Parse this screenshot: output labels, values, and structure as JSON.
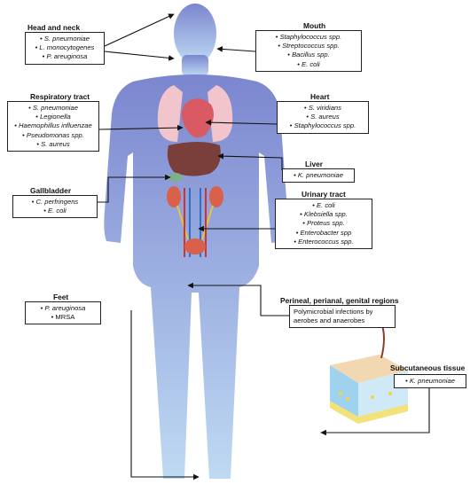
{
  "colors": {
    "body_top": "#7b86cf",
    "body_bottom": "#bfdaf3",
    "lung": "#f2c4cc",
    "heart": "#d95a63",
    "liver": "#7a3f3a",
    "kidney": "#d9604a",
    "line": "#111111"
  },
  "regions": {
    "head": {
      "title": "Head and neck",
      "items": [
        "S. pneumoniae",
        "L. monocytogenes",
        "P. areuginosa"
      ]
    },
    "mouth": {
      "title": "Mouth",
      "items": [
        "Staphylococcus spp.",
        "Streptococcus spp.",
        "Bacillus spp.",
        "E. coli"
      ]
    },
    "resp": {
      "title": "Respiratory tract",
      "items": [
        "S. pneumoniae",
        "Legionella",
        "Haemophillus influenzae",
        "Pseudomonas spp.",
        "S. aureus"
      ]
    },
    "heart": {
      "title": "Heart",
      "items": [
        "S. viridians",
        "S. aureus",
        "Staphylococcus spp."
      ]
    },
    "liver": {
      "title": "Liver",
      "items": [
        "K. pneumoniae"
      ]
    },
    "gall": {
      "title": "Gallbladder",
      "items": [
        "C. perfringens",
        "E. coli"
      ]
    },
    "urinary": {
      "title": "Urinary tract",
      "items": [
        "E. coli",
        "Klebsiella spp.",
        "Proteus spp.",
        "Enterobacter spp",
        "Enterococcus spp."
      ]
    },
    "feet": {
      "title": "Feet",
      "items": [
        "P. areuginosa",
        "MRSA"
      ]
    },
    "perineal": {
      "title": "Perineal, perianal, genital regions",
      "text": "Polymicrobial infections by aerobes and anaerobes"
    },
    "subq": {
      "title": "Subcutaneous tissue",
      "items": [
        "K. pneumoniae"
      ]
    }
  }
}
